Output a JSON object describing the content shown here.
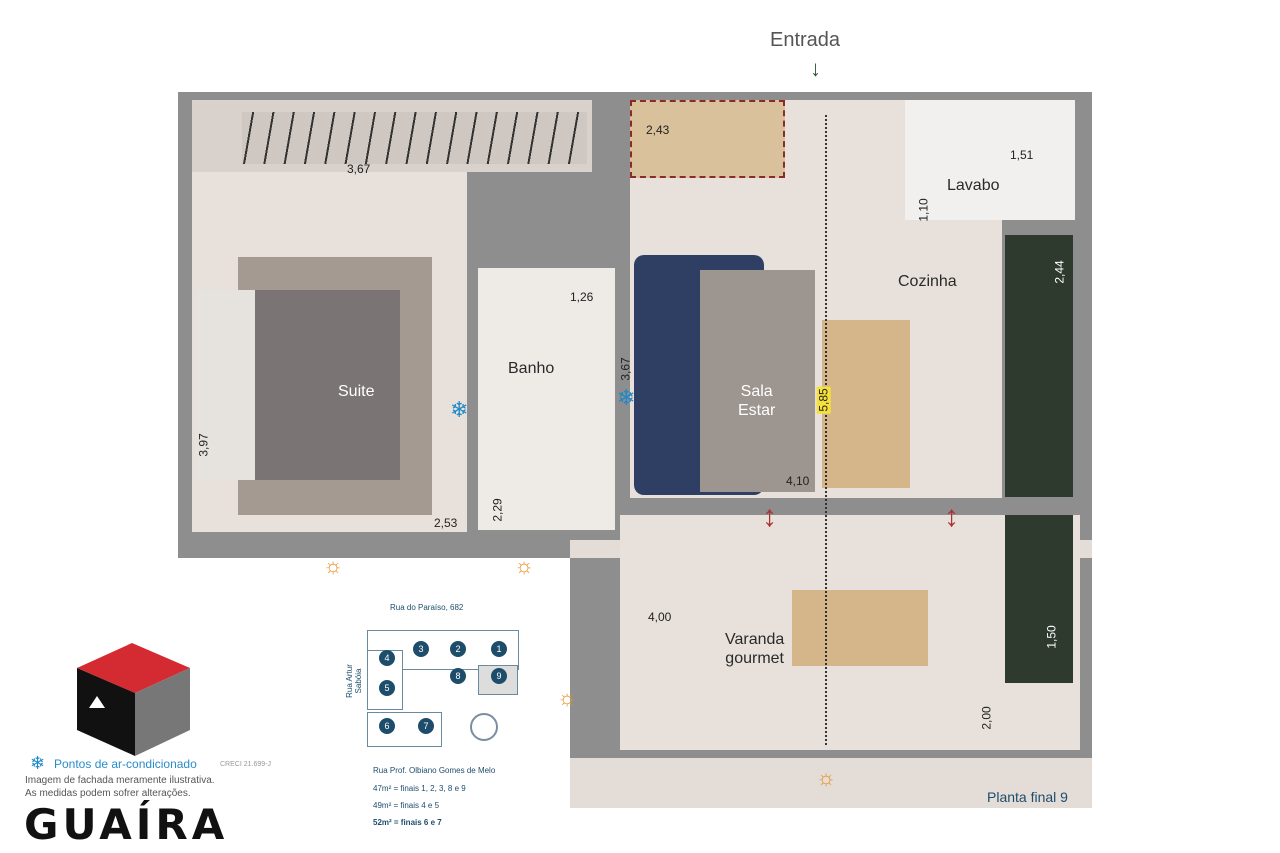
{
  "entrance": {
    "label": "Entrada"
  },
  "rooms": {
    "suite": "Suite",
    "banho": "Banho",
    "sala": "Sala\nEstar",
    "cozinha": "Cozinha",
    "lavabo": "Lavabo",
    "varanda": "Varanda\ngourmet"
  },
  "dimensions": {
    "closet": "3,67",
    "counter": "2,43",
    "lavabo_w": "1,51",
    "lavabo_h": "1,10",
    "cozinha": "2,44",
    "banho_sink": "1,26",
    "banho_wall": "3,67",
    "sala_length": "5,85",
    "sala_w": "4,10",
    "suite_h": "3,97",
    "suite_w": "2,53",
    "banho_w": "2,29",
    "varanda_w": "4,00",
    "varanda_counter": "1,50",
    "varanda_h": "2,00"
  },
  "plan_caption": "Planta final 9",
  "site_map": {
    "street_top": "Rua do Paraíso, 682",
    "street_left": "Rua Artur Sabóia",
    "street_bottom": "Rua Prof. Olbiano Gomes de Melo",
    "units": [
      "1",
      "2",
      "3",
      "4",
      "5",
      "6",
      "7",
      "8",
      "9"
    ],
    "areas": [
      "47m² = finais 1, 2, 3, 8 e 9",
      "49m² = finais 4 e 5",
      "52m² = finais 6 e 7"
    ]
  },
  "legend": {
    "ac": "Pontos de ar-condicionado",
    "creci": "CRECI 21.699-J",
    "disclaimer1": "Imagem de fachada meramente ilustrativa.",
    "disclaimer2": "As medidas podem sofrer alterações."
  },
  "logo": {
    "text": "GUAÍRA"
  },
  "colors": {
    "wall": "#8e8e8e",
    "floor": "#e8e1db",
    "accent_red": "#d42b33",
    "ac_blue": "#1e88c8"
  }
}
